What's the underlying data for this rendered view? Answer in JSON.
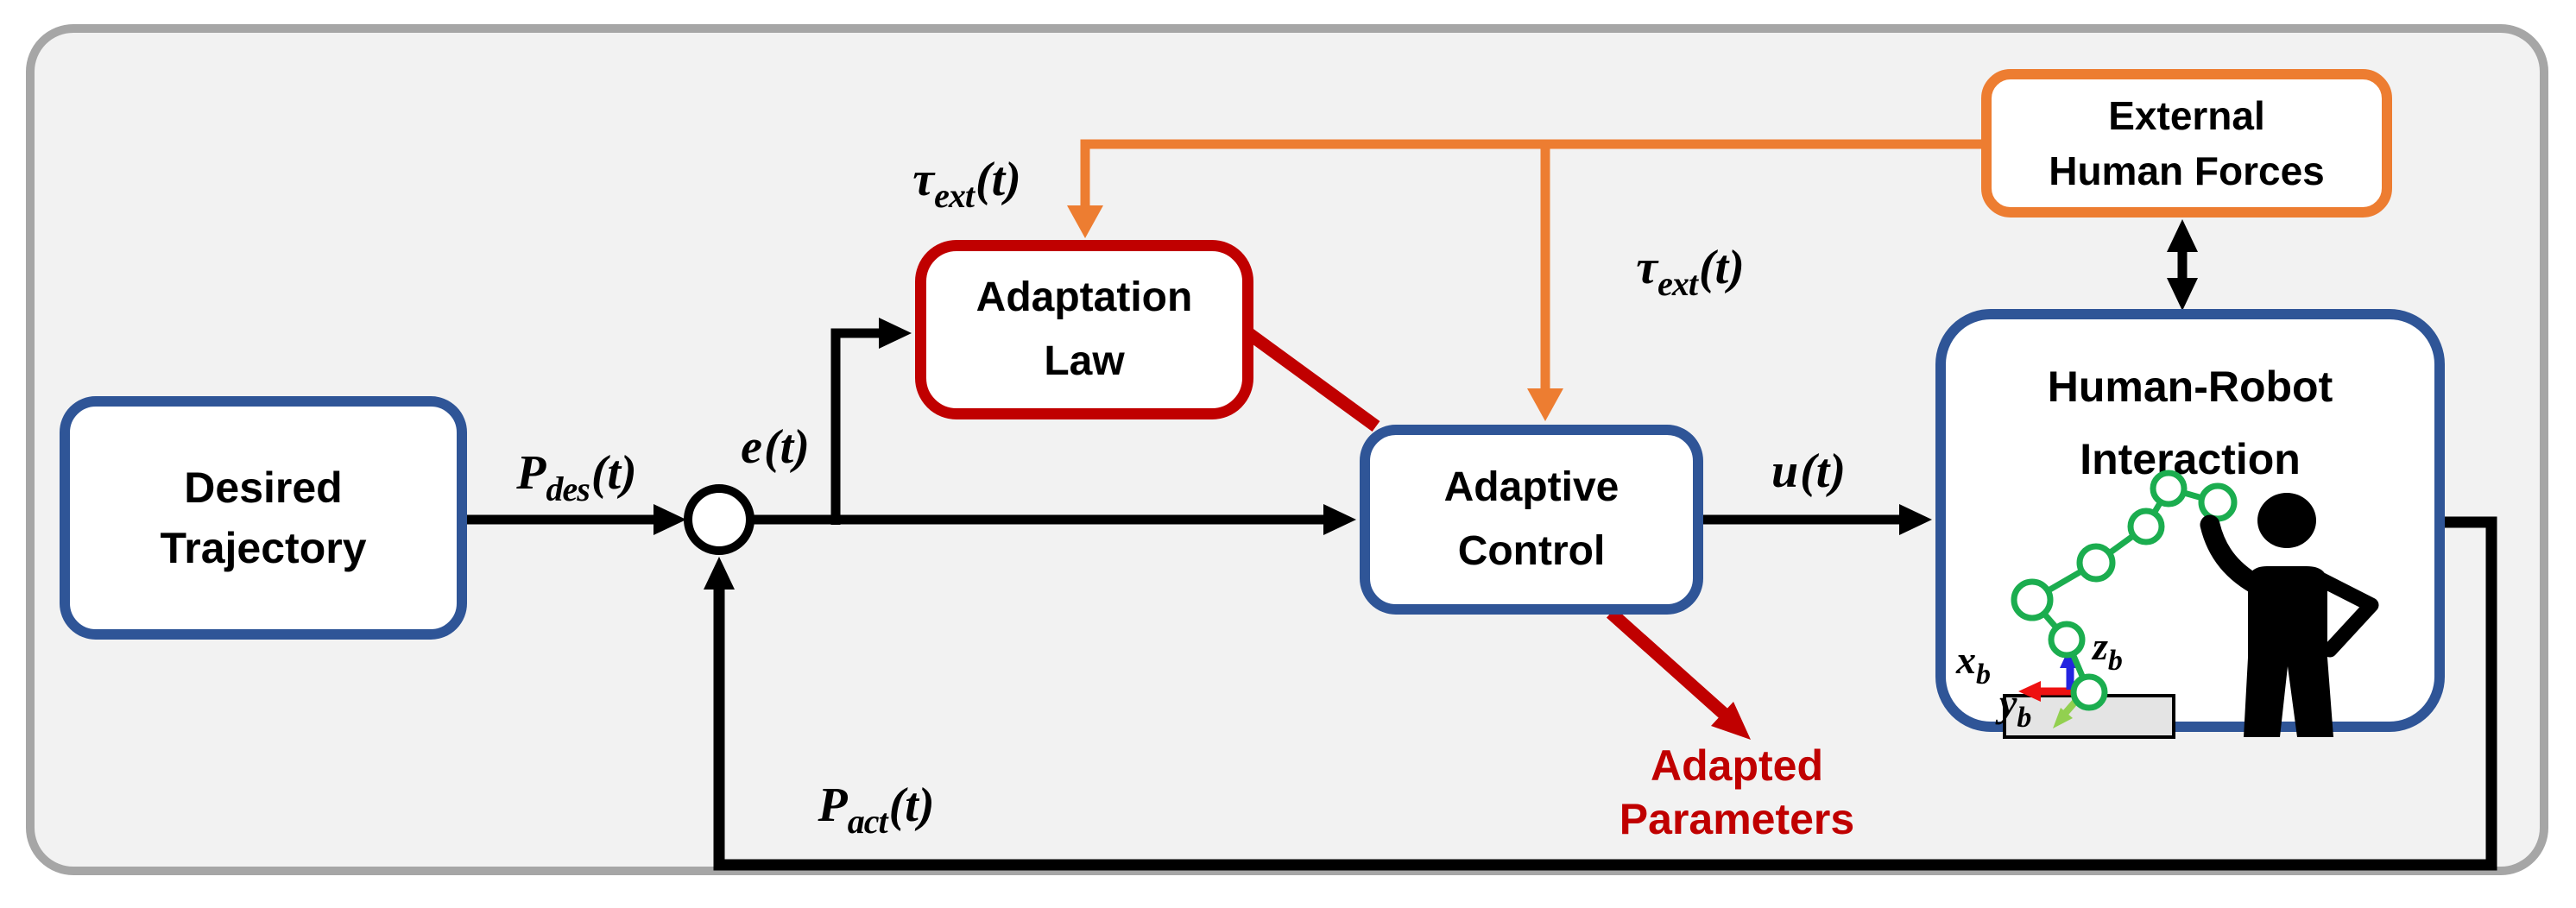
{
  "boxes": {
    "desired_trajectory": {
      "lines": [
        "Desired",
        "Trajectory"
      ]
    },
    "adaptation_law": {
      "lines": [
        "Adaptation",
        "Law"
      ]
    },
    "adaptive_control": {
      "lines": [
        "Adaptive",
        "Control"
      ]
    },
    "human_robot_interaction": {
      "lines": [
        "Human-Robot",
        "Interaction"
      ]
    },
    "external_human_forces": {
      "lines": [
        "External",
        "Human Forces"
      ]
    }
  },
  "signals": {
    "p_des": {
      "base": "P",
      "sub": "des",
      "args": "(t)"
    },
    "e": {
      "base": "e",
      "sub": "",
      "args": "(t)"
    },
    "tau_ext_to_adaptation": {
      "base": "τ",
      "sub": "ext",
      "args": "(t)"
    },
    "tau_ext_to_control": {
      "base": "τ",
      "sub": "ext",
      "args": "(t)"
    },
    "u": {
      "base": "u",
      "sub": "",
      "args": "(t)"
    },
    "p_act": {
      "base": "P",
      "sub": "act",
      "args": "(t)"
    }
  },
  "annotations": {
    "adapted_parameters": {
      "lines": [
        "Adapted",
        "Parameters"
      ]
    }
  },
  "robot_frame": {
    "x_axis": {
      "base": "x",
      "sub": "b"
    },
    "y_axis": {
      "base": "y",
      "sub": "b"
    },
    "z_axis": {
      "base": "z",
      "sub": "b"
    }
  },
  "colors": {
    "box_blue": "#2F5597",
    "accent_red": "#C00000",
    "accent_orange": "#ED7D31",
    "robot_green": "#1BAD4F",
    "axis_red": "#EE1111",
    "axis_blue": "#2424E0",
    "axis_green": "#92D050",
    "canvas_fill": "#F2F2F2",
    "outer_border": "#A6A6A6",
    "line_black": "#000000"
  },
  "icons": {
    "summing_junction": "summing-junction-circle",
    "robot_arm": "robot-arm-linkage-icon",
    "human_figure": "human-silhouette-icon"
  }
}
